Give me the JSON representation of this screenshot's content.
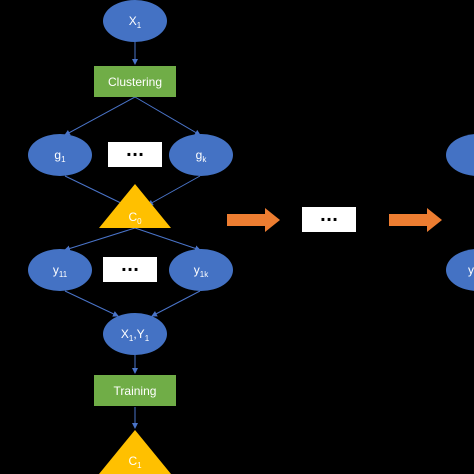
{
  "nodes": {
    "x1": {
      "main": "X",
      "sub": "1"
    },
    "clustering": "Clustering",
    "g1": {
      "main": "g",
      "sub": "1"
    },
    "gk": {
      "main": "g",
      "sub": "k"
    },
    "c0": {
      "main": "C",
      "sub": "0"
    },
    "y11": {
      "main": "y",
      "sub": "11"
    },
    "y1k": {
      "main": "y",
      "sub": "1k"
    },
    "x1y1": {
      "a": "X",
      "a_sub": "1",
      "sep": ",",
      "b": "Y",
      "b_sub": "1"
    },
    "training": "Training",
    "c1": {
      "main": "C",
      "sub": "1"
    },
    "right_y": "y"
  },
  "ellipsis": "···",
  "colors": {
    "ellipse": "#4472c4",
    "box": "#70ad47",
    "triangle": "#ffc000",
    "arrow_orange": "#ed7d31",
    "connector": "#4a74c9"
  }
}
